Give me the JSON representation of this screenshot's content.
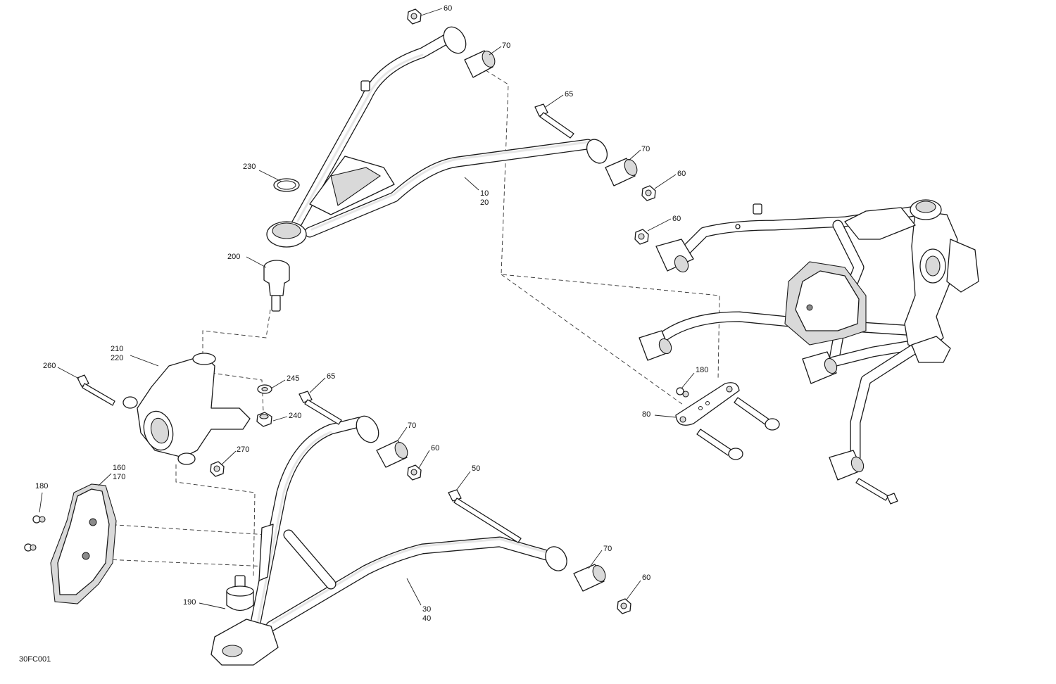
{
  "drawing_code": "30FC001",
  "callouts": [
    {
      "id": "c60a",
      "text": "60"
    },
    {
      "id": "c70a",
      "text": "70"
    },
    {
      "id": "c65a",
      "text": "65"
    },
    {
      "id": "c70b",
      "text": "70"
    },
    {
      "id": "c60b",
      "text": "60"
    },
    {
      "id": "c230",
      "text": "230"
    },
    {
      "id": "c10",
      "text": "10"
    },
    {
      "id": "c20",
      "text": "20"
    },
    {
      "id": "c200",
      "text": "200"
    },
    {
      "id": "c60c",
      "text": "60"
    },
    {
      "id": "c210",
      "text": "210"
    },
    {
      "id": "c220",
      "text": "220"
    },
    {
      "id": "c260",
      "text": "260"
    },
    {
      "id": "c245",
      "text": "245"
    },
    {
      "id": "c240",
      "text": "240"
    },
    {
      "id": "c65b",
      "text": "65"
    },
    {
      "id": "c270",
      "text": "270"
    },
    {
      "id": "c70c",
      "text": "70"
    },
    {
      "id": "c60d",
      "text": "60"
    },
    {
      "id": "c160",
      "text": "160"
    },
    {
      "id": "c170",
      "text": "170"
    },
    {
      "id": "c180a",
      "text": "180"
    },
    {
      "id": "c50",
      "text": "50"
    },
    {
      "id": "c180b",
      "text": "180"
    },
    {
      "id": "c80",
      "text": "80"
    },
    {
      "id": "c70d",
      "text": "70"
    },
    {
      "id": "c60e",
      "text": "60"
    },
    {
      "id": "c190",
      "text": "190"
    },
    {
      "id": "c30",
      "text": "30"
    },
    {
      "id": "c40",
      "text": "40"
    }
  ]
}
